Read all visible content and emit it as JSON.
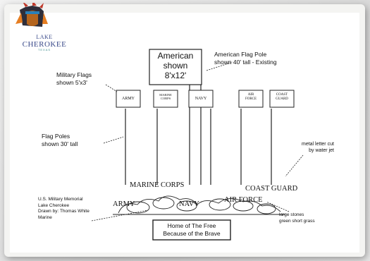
{
  "logo": {
    "line1": "LAKE",
    "line2": "CHEROKEE",
    "line3": "TEXAS"
  },
  "main_flag": {
    "line1": "American",
    "line2": "shown",
    "line3": "8'x12'"
  },
  "annotations": {
    "american_pole": "American Flag Pole\nshown 40' tall - Existing",
    "military_flags": "Military Flags\nshown 5'x3'",
    "flag_poles": "Flag Poles\nshown 30' tall",
    "metal_letter": "metal letter cut\nby water jet",
    "credit": "U.S. Military Memorial\nLake Cherokee\nDrawn by: Thomas White\nMarine",
    "stones": "large stones\ngreen short grass"
  },
  "flags": [
    {
      "label": "ARMY"
    },
    {
      "label": "MARINE\nCORPS"
    },
    {
      "label": "NAVY"
    },
    {
      "label": "AIR\nFORCE"
    },
    {
      "label": "COAST\nGUARD"
    }
  ],
  "branch_lettering": {
    "marine_corps": "MARINE CORPS",
    "army": "ARMY",
    "navy": "NAVY",
    "air_force": "AIR FORCE",
    "coast_guard": "COAST GUARD"
  },
  "plaque": {
    "line1": "Home of The Free",
    "line2": "Because of the Brave"
  },
  "colors": {
    "ink": "#111111",
    "logo_blue": "#3a4a8a",
    "logo_teal": "#3a8a8a",
    "headdress_red": "#c0392b"
  }
}
